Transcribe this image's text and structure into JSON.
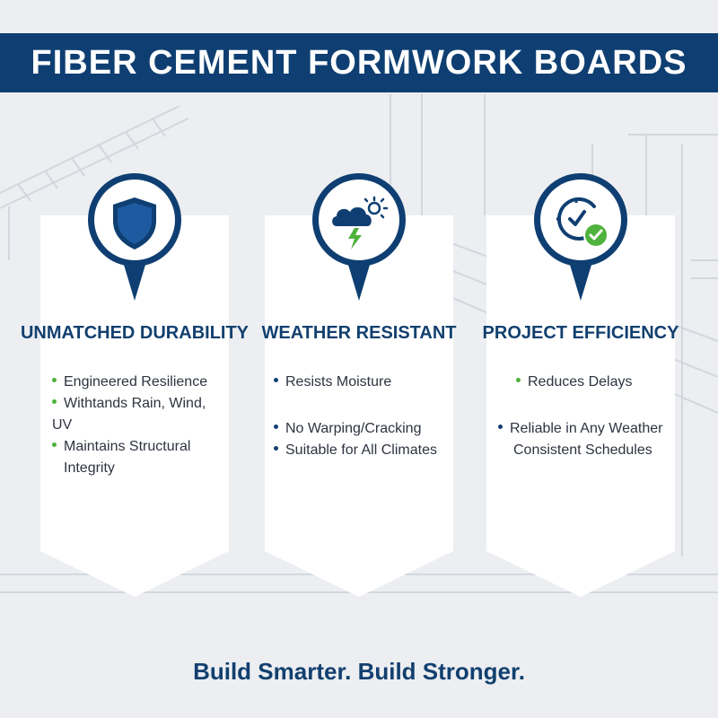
{
  "banner": {
    "title": "FIBER CEMENT FORMWORK BOARDS"
  },
  "colors": {
    "navy": "#0f3f72",
    "green": "#4fb23c",
    "background": "#eceef1"
  },
  "cards": [
    {
      "title": "UNMATCHED DURABILITY",
      "icon": "shield-icon",
      "bullets": [
        "Engineered Resilience",
        "Withtands Rain, Wind, UV",
        "Maintains Structural",
        "Integrity"
      ]
    },
    {
      "title": "WEATHER RESISTANT",
      "icon": "weather-storm-icon",
      "bullets": [
        "Resists Moisture",
        "No Warping/Cracking",
        "Suitable for All Climates"
      ]
    },
    {
      "title": "PROJECT EFFICIENCY",
      "icon": "clock-check-icon",
      "bullets": [
        "Reduces Delays",
        "Reliable in Any Weather",
        "Consistent Schedules"
      ]
    }
  ],
  "tagline": "Build Smarter. Build Stronger."
}
